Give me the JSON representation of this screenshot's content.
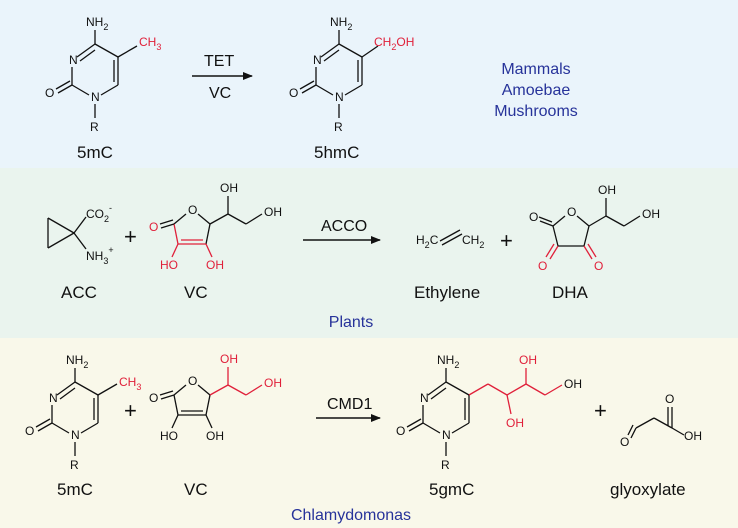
{
  "colors": {
    "panel_top": "#eaf4fb",
    "panel_middle": "#eaf4ee",
    "panel_bottom": "#f9f8ea",
    "organism_text": "#27339a",
    "highlight": "#e0203a"
  },
  "panel1": {
    "substrate_label": "5mC",
    "product_label": "5hmC",
    "arrow_top": "TET",
    "arrow_bottom": "VC",
    "organisms": [
      "Mammals",
      "Amoebae",
      "Mushrooms"
    ]
  },
  "panel2": {
    "compound1_label": "ACC",
    "compound2_label": "VC",
    "arrow_top": "ACCO",
    "product1_label": "Ethylene",
    "product2_label": "DHA",
    "plus": "+",
    "organism": "Plants"
  },
  "panel3": {
    "compound1_label": "5mC",
    "compound2_label": "VC",
    "arrow_top": "CMD1",
    "product1_label": "5gmC",
    "product2_label": "glyoxylate",
    "plus": "+",
    "organism": "Chlamydomonas"
  },
  "atoms": {
    "nh2": "NH",
    "sub2": "2",
    "ch3": "CH",
    "sub3": "3",
    "ch2oh_a": "CH",
    "ch2oh_b": "OH",
    "n": "N",
    "o": "O",
    "r": "R",
    "oh": "OH",
    "ho": "HO",
    "co2": "CO",
    "minus": "-",
    "nh3": "NH",
    "plus_charge": "+",
    "h2c": "H",
    "c": "C",
    "ch2": "CH"
  }
}
